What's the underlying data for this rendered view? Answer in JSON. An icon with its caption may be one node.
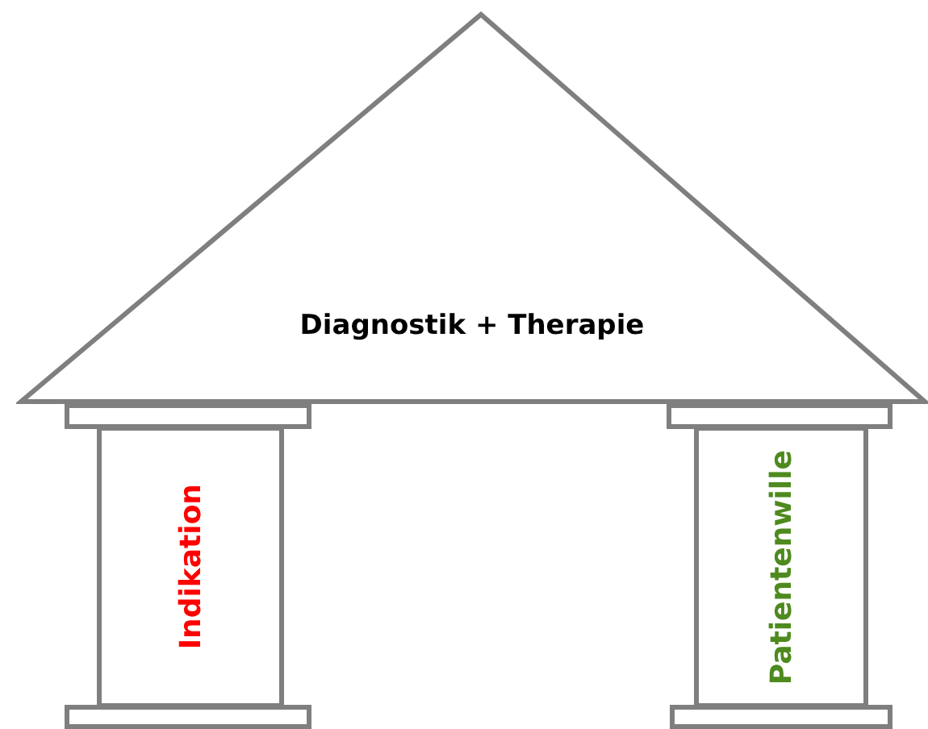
{
  "diagram": {
    "nodes": [
      {
        "text": [
          "Diagnostik + Therapie"
        ]
      },
      {
        "text": [],
        "shape": "box"
      },
      {
        "text": [],
        "shape": "box"
      },
      {
        "text": [
          "Indikation"
        ]
      },
      {
        "text": [
          "Patientenwille"
        ]
      },
      {
        "text": [],
        "shape": "box"
      },
      {
        "text": [],
        "shape": "box"
      }
    ]
  }
}
